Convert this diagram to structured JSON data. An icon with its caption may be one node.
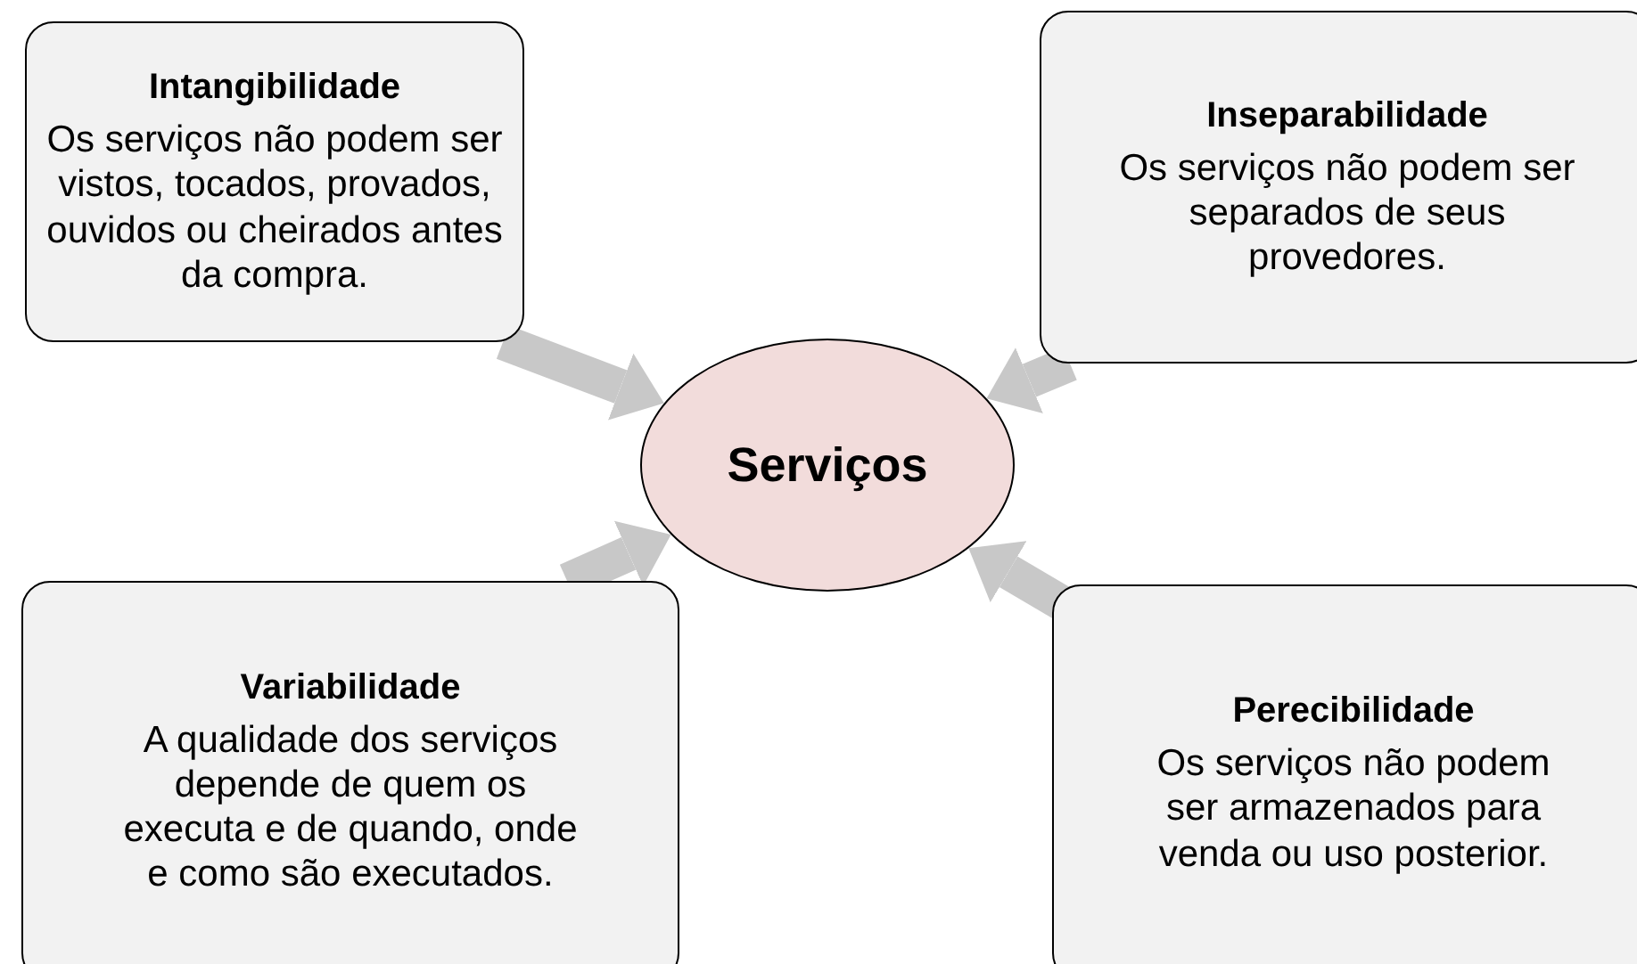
{
  "diagram": {
    "nodes": [
      {
        "text": [
          "Intangibilidade",
          "Os serviços não podem ser vistos, tocados, provados, ouvidos ou cheirados antes da compra."
        ]
      },
      {
        "text": [
          "Inseparabilidade",
          "Os serviços não podem ser separados de seus provedores."
        ]
      },
      {
        "text": [
          "Serviços"
        ]
      },
      {
        "text": [
          "Variabilidade",
          "A qualidade dos serviços depende de quem os executa e de quando, onde e como são executados."
        ]
      },
      {
        "text": [
          "Perecibilidade",
          "Os serviços não podem ser armazenados para venda ou uso posterior."
        ]
      }
    ],
    "edges": [
      {
        "from": 0,
        "to": 2,
        "arrow": "to"
      },
      {
        "from": 1,
        "to": 2,
        "arrow": "to"
      },
      {
        "from": 3,
        "to": 2,
        "arrow": "to"
      },
      {
        "from": 4,
        "to": 2,
        "arrow": "to"
      }
    ]
  }
}
